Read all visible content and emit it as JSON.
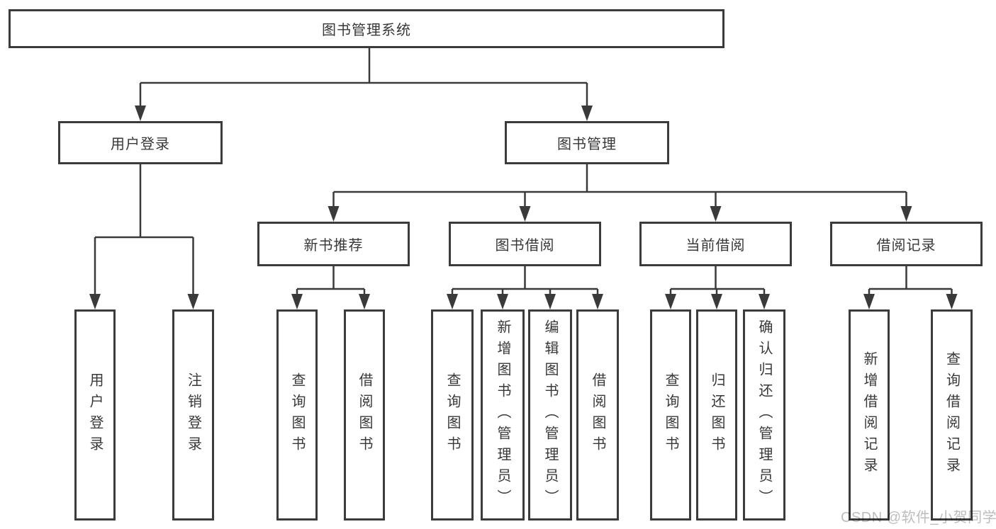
{
  "tree": {
    "label": "图书管理系统",
    "children": [
      {
        "label": "用户登录",
        "children": [
          {
            "label": "用户登录"
          },
          {
            "label": "注销登录"
          }
        ]
      },
      {
        "label": "图书管理",
        "children": [
          {
            "label": "新书推荐",
            "children": [
              {
                "label": "查询图书"
              },
              {
                "label": "借阅图书"
              }
            ]
          },
          {
            "label": "图书借阅",
            "children": [
              {
                "label": "查询图书"
              },
              {
                "label": "新增图书（管理员）"
              },
              {
                "label": "编辑图书（管理员）"
              },
              {
                "label": "借阅图书"
              }
            ]
          },
          {
            "label": "当前借阅",
            "children": [
              {
                "label": "查询图书"
              },
              {
                "label": "归还图书"
              },
              {
                "label": "确认归还（管理员）"
              }
            ]
          },
          {
            "label": "借阅记录",
            "children": [
              {
                "label": "新增借阅记录"
              },
              {
                "label": "查询借阅记录"
              }
            ]
          }
        ]
      }
    ]
  },
  "watermark": "CSDN @软件_小贺同学",
  "colors": {
    "line": "#3a3a3a",
    "border": "#3b3b3b",
    "text": "#383838",
    "watermark_text": "#bdbdbd",
    "background": "#ffffff"
  }
}
